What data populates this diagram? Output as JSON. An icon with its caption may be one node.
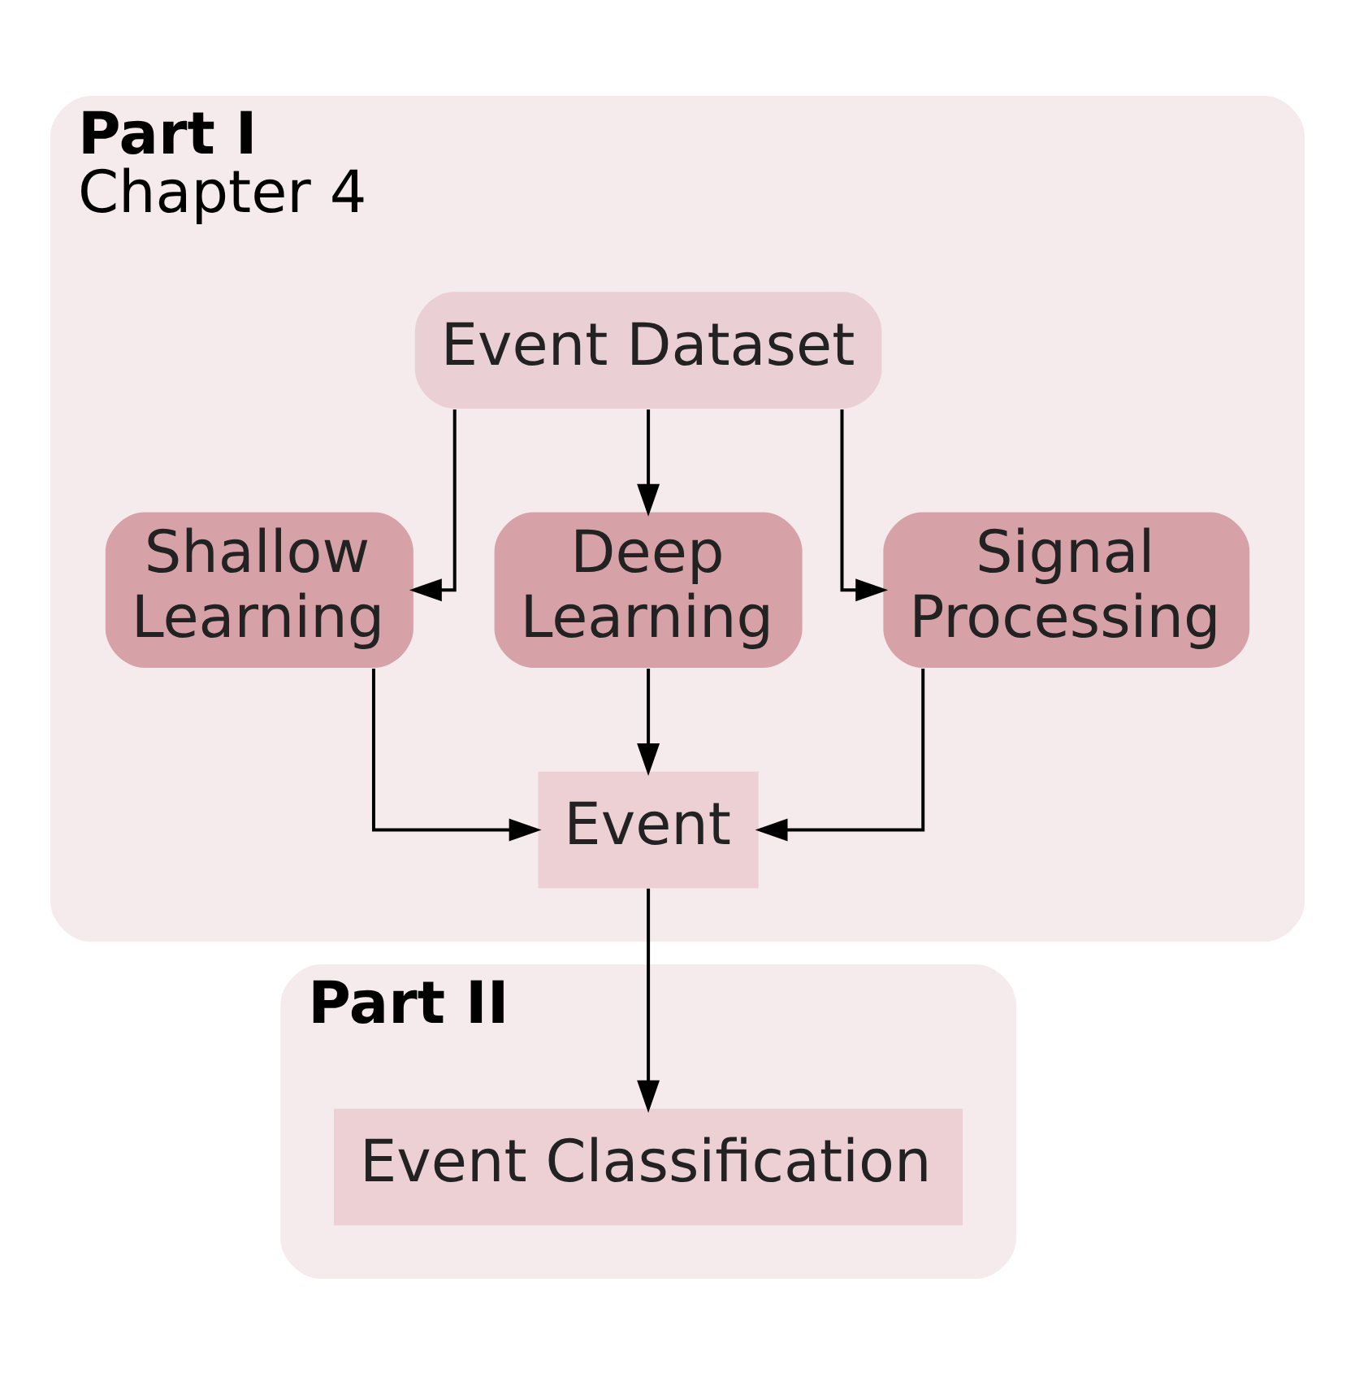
{
  "diagram": {
    "nodes": [
      {
        "text": [
          "Part I",
          "Chapter 4"
        ]
      },
      {
        "text": [
          "Event Dataset"
        ],
        "in": 0
      },
      {
        "text": [
          "Shallow Learning"
        ],
        "in": 0
      },
      {
        "text": [
          "Deep Learning"
        ],
        "in": 0
      },
      {
        "text": [
          "Signal Processing"
        ],
        "in": 0
      },
      {
        "text": [
          "Event"
        ],
        "in": 0
      },
      {
        "text": [
          "Part II"
        ]
      },
      {
        "text": [
          "Event Classification"
        ],
        "in": 6
      }
    ],
    "edges": [
      {
        "from": 1,
        "to": 2,
        "arrow": "to"
      },
      {
        "from": 1,
        "to": 3,
        "arrow": "to"
      },
      {
        "from": 1,
        "to": 4,
        "arrow": "to"
      },
      {
        "from": 2,
        "to": 5,
        "arrow": "to"
      },
      {
        "from": 3,
        "to": 5,
        "arrow": "to"
      },
      {
        "from": 4,
        "to": 5,
        "arrow": "to"
      },
      {
        "from": 5,
        "to": 7,
        "arrow": "to"
      }
    ]
  }
}
